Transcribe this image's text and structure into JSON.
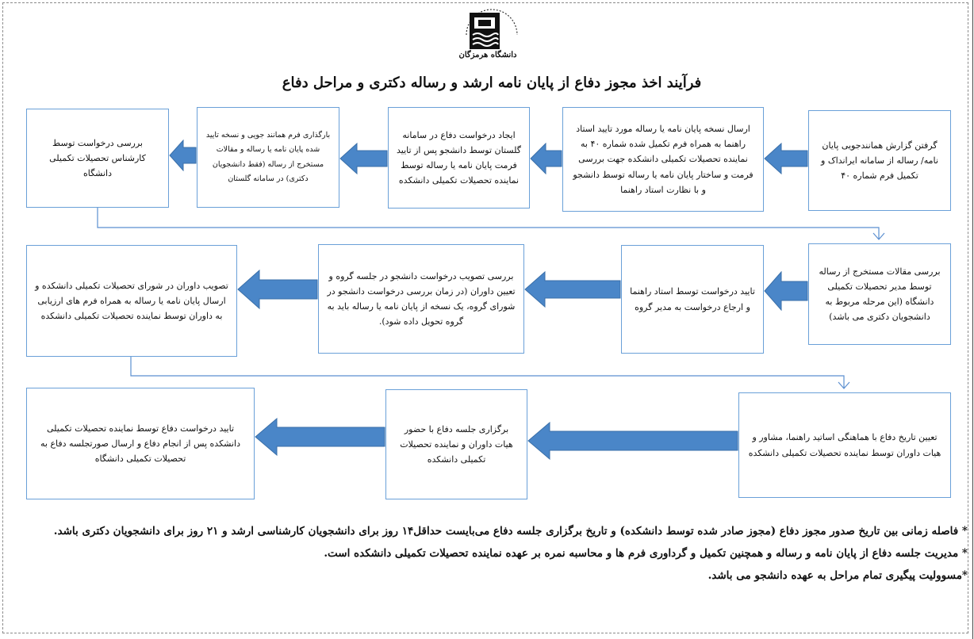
{
  "header": {
    "logo_caption": "دانشگاه هرمزگان",
    "title": "فرآیند اخذ مجوز دفاع از پایان نامه ارشد و رساله دکتری و مراحل دفاع"
  },
  "rows": [
    {
      "boxes": [
        "گرفتن گزارش همانندجویی پایان نامه/ رساله از سامانه ایرانداک و تکمیل فرم شماره ۴۰",
        "ارسال نسخه پایان نامه یا رساله مورد تایید استاد راهنما به همراه فرم تکمیل شده شماره ۴۰ به نماینده تحصیلات تکمیلی دانشکده جهت بررسی فرمت و ساختار پایان نامه یا رساله توسط دانشجو و با نظارت استاد راهنما",
        "ایجاد درخواست دفاع در سامانه گلستان توسط دانشجو پس از تایید فرمت پایان نامه یا رساله توسط نماینده تحصیلات تکمیلی دانشکده",
        "بارگذاری فرم همانند جویی و نسخه تایید شده پایان نامه یا رساله و مقالات مستخرج از رساله (فقط دانشجویان دکتری) در سامانه گلستان",
        "بررسی درخواست توسط کارشناس تحصیلات تکمیلی دانشگاه"
      ]
    },
    {
      "boxes": [
        "بررسی مقالات مستخرج از رساله توسط مدیر تحصیلات تکمیلی دانشگاه (این مرحله مربوط به دانشجویان دکتری می باشد)",
        "تایید درخواست توسط استاد راهنما و ارجاع درخواست به مدیر گروه",
        "بررسی تصویب درخواست دانشجو در جلسه گروه و تعیین داوران (در زمان بررسی درخواست دانشجو در شورای گروه، یک نسخه از پایان نامه یا رساله باید به گروه تحویل داده شود).",
        "تصویب داوران در شورای تحصیلات تکمیلی دانشکده و ارسال پایان نامه یا رساله به همراه فرم های ارزیابی به داوران توسط نماینده تحصیلات تکمیلی دانشکده"
      ]
    },
    {
      "boxes": [
        "تعیین تاریخ دفاع با هماهنگی اساتید راهنما، مشاور و هیات داوران توسط نماینده تحصیلات تکمیلی دانشکده",
        "برگزاری جلسه دفاع با حضور هیات داوران و نماینده تحصیلات تکمیلی دانشکده",
        "تایید درخواست دفاع توسط نماینده تحصیلات تکمیلی دانشکده پس از انجام دفاع و ارسال صورتجلسه دفاع به تحصیلات تکمیلی دانشگاه"
      ]
    }
  ],
  "notes": [
    "* فاصله زمانی بین تاریخ صدور مجوز دفاع (مجوز صادر شده توسط دانشکده) و تاریخ برگزاری جلسه دفاع می‌بایست حداقل۱۴ روز برای دانشجویان کارشناسی ارشد و ۲۱ روز برای دانشجویان دکتری باشد.",
    "* مدیریت جلسه دفاع از پایان نامه و رساله و همچنین تکمیل و گرداوری فرم ها و محاسبه نمره بر عهده نماینده تحصیلات تکمیلی دانشکده است.",
    "*مسوولیت پیگیری تمام مراحل به عهده دانشجو می باشد."
  ],
  "colors": {
    "arrow_fill": "#4a86c8",
    "arrow_stroke": "#3a6fa8",
    "box_border": "#6aa0d8",
    "connector": "#5b8fd0"
  },
  "icons": {
    "logo": "university-emblem-icon"
  }
}
